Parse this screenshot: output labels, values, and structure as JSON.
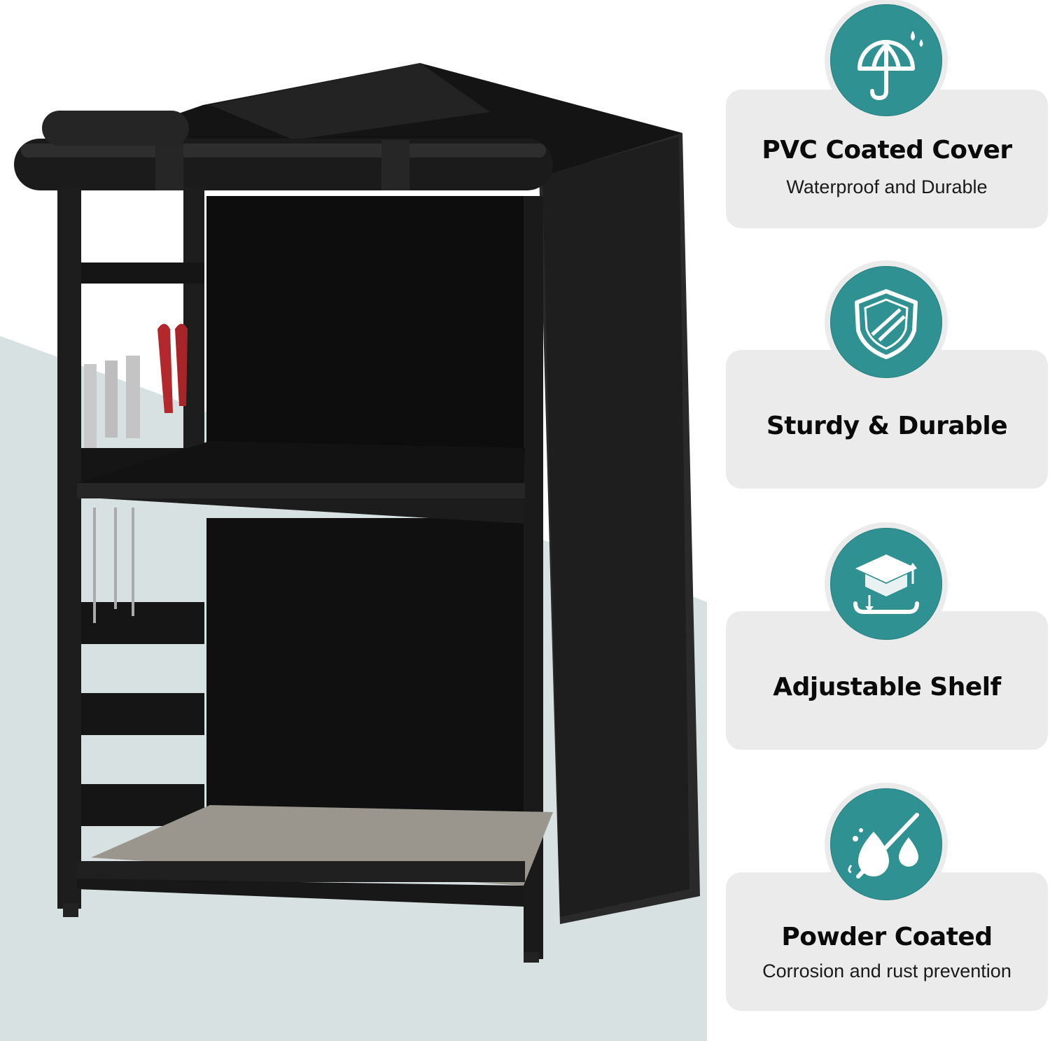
{
  "features": [
    {
      "title": "PVC Coated Cover",
      "subtitle": "Waterproof and Durable",
      "icon": "umbrella-rain-icon"
    },
    {
      "title": "Sturdy & Durable",
      "subtitle": "",
      "icon": "shield-icon"
    },
    {
      "title": "Adjustable Shelf",
      "subtitle": "",
      "icon": "adjustable-shelf-icon"
    },
    {
      "title": "Powder Coated",
      "subtitle": "Corrosion and rust prevention",
      "icon": "no-water-drop-icon"
    }
  ],
  "colors": {
    "accent": "#2f9191",
    "card": "#ebebeb",
    "background_band": "#d7e1e1",
    "cover": "#1b1b1b"
  }
}
